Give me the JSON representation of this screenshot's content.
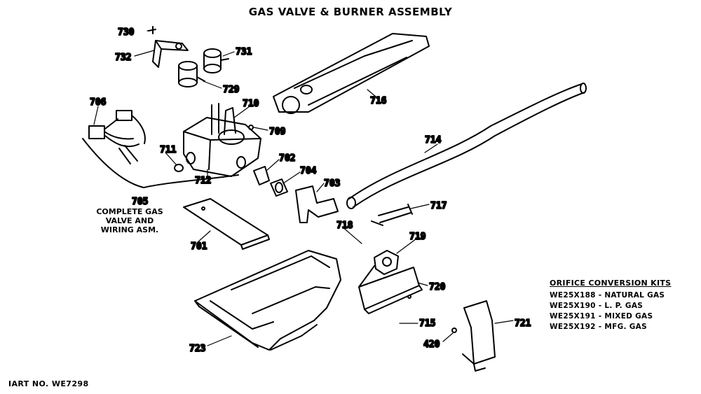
{
  "title": "GAS VALVE & BURNER ASSEMBLY",
  "art_number": "IART NO. WE7298",
  "assembly_caption": [
    "COMPLETE GAS",
    "VALVE AND",
    "WIRING ASM."
  ],
  "orifice_kits": {
    "heading": "ORIFICE CONVERSION KITS",
    "rows": [
      "WE25X188 - NATURAL GAS",
      "WE25X190 - L. P. GAS",
      "WE25X191 - MIXED GAS",
      "WE25X192 - MFG. GAS"
    ]
  },
  "part_labels": {
    "p730": "730",
    "p732": "732",
    "p731": "731",
    "p729": "729",
    "p706": "706",
    "p710": "710",
    "p709": "709",
    "p711": "711",
    "p712": "712",
    "p702": "702",
    "p704": "704",
    "p703": "703",
    "p705": "705",
    "p701": "701",
    "p716": "716",
    "p714": "714",
    "p717": "717",
    "p718": "718",
    "p719": "719",
    "p720": "720",
    "p715": "715",
    "p420": "420",
    "p721": "721",
    "p723": "723"
  }
}
